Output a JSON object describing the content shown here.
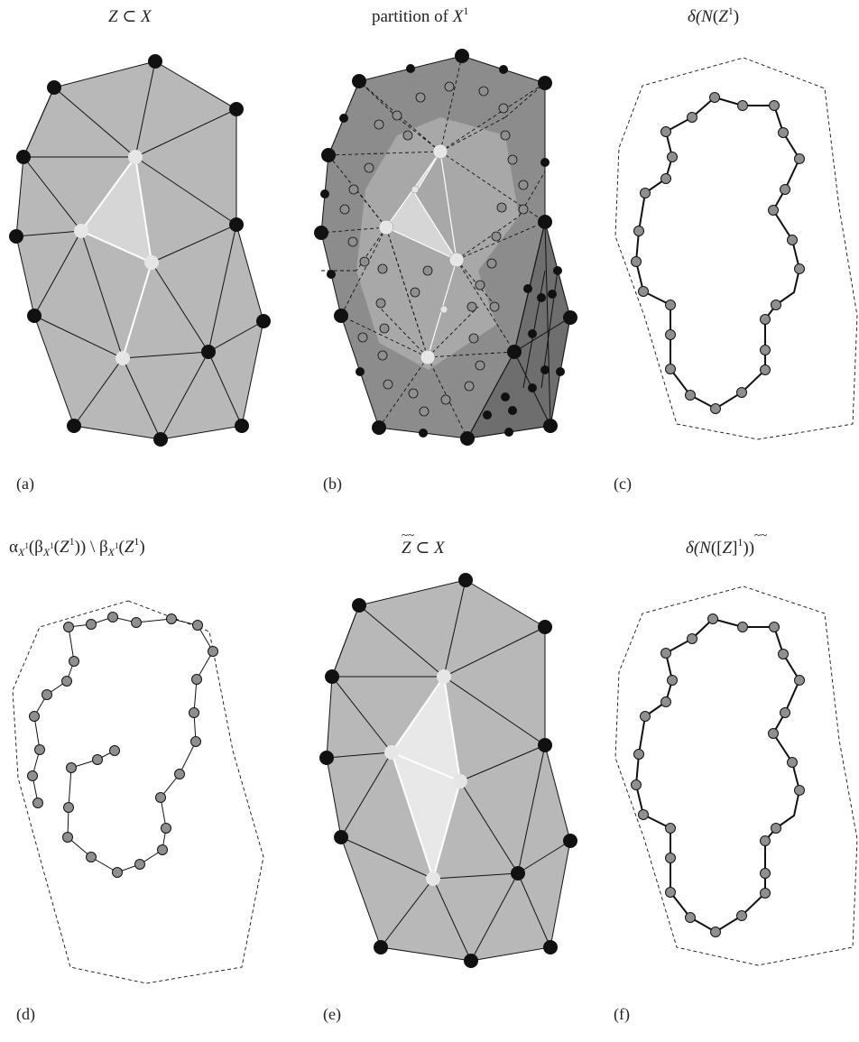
{
  "panels": {
    "a": {
      "title": "Z ⊂ X",
      "label": "(a)"
    },
    "b": {
      "title": "partition of X1",
      "label": "(b)"
    },
    "c": {
      "title": "δ(N(Z1)",
      "label": "(c)"
    },
    "d": {
      "title": "αX1(βX1(Z1)) \\ βX1(Z1)",
      "label": "(d)"
    },
    "e": {
      "title": "Z̃̃ ⊂ X",
      "label": "(e)"
    },
    "f": {
      "title": "δ(N([Z̃̃]1))",
      "label": "(f)"
    }
  },
  "title_parts": {
    "a": {
      "z": "Z",
      "subset": " ⊂ ",
      "x": "X"
    },
    "b": {
      "text": "partition of ",
      "x": "X",
      "sup": "1"
    },
    "c": {
      "delta": "δ(",
      "n": "N",
      "open": "(",
      "z": "Z",
      "sup": "1",
      "close": ")"
    },
    "d": {
      "alpha": "α",
      "x1": "X",
      "sup1": "1",
      "open1": "(",
      "beta1": "β",
      "x2": "X",
      "sup2": "1",
      "open2": "(",
      "z1": "Z",
      "sup3": "1",
      "close1": "))",
      "setminus": " \\ ",
      "beta2": "β",
      "x3": "X",
      "sup4": "1",
      "open3": "(",
      "z2": "Z",
      "sup5": "1",
      "close2": ")"
    },
    "e": {
      "z": "Z",
      "tilde": "~~",
      "subset": " ⊂ ",
      "x": "X"
    },
    "f": {
      "delta": "δ(",
      "n": "N",
      "open": "([",
      "z": "Z",
      "tilde": "~~",
      "close1": "]",
      "sup": "1",
      "close2": "))"
    }
  },
  "colors": {
    "face": "#b8b8b8",
    "face_light": "#d6d6d6",
    "face_lighter": "#e8e8e8",
    "dark_region": "#8c8c8c",
    "darker_region": "#6e6e6e",
    "mid_region": "#a8a8a8",
    "vertex_black": "#111111",
    "vertex_gray": "#8f8f8f",
    "vertex_light": "#e6e6e6",
    "edge": "#111111"
  }
}
